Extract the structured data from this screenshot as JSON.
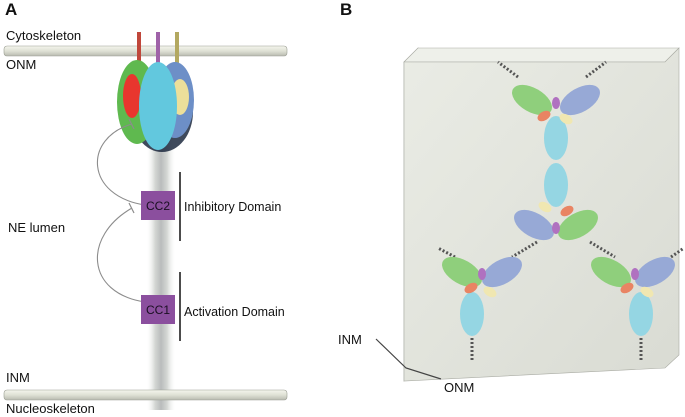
{
  "panel_a": {
    "letter": "A",
    "labels": {
      "cytoskeleton": "Cytoskeleton",
      "onm": "ONM",
      "ne_lumen": "NE lumen",
      "inm": "INM",
      "nucleoskeleton": "Nucleoskeleton"
    },
    "domains": [
      {
        "id": "cc2",
        "box_label": "CC2",
        "name": "Inhibitory Domain"
      },
      {
        "id": "cc1",
        "box_label": "CC1",
        "name": "Activation Domain"
      }
    ]
  },
  "panel_b": {
    "letter": "B",
    "labels": {
      "inm": "INM",
      "onm": "ONM"
    }
  },
  "colors": {
    "membrane": "#e6e8dc",
    "membrane_edge": "#8e9186",
    "cc_box": "#8b4f9e",
    "trimer_green": "#5fb94f",
    "trimer_cyan": "#62c8de",
    "trimer_blue": "#6d8fc7",
    "trimer_red": "#e8362e",
    "trimer_yellow": "#ecdf9a",
    "trimer_purple": "#a460b0",
    "block_face": "#e3e5de"
  }
}
